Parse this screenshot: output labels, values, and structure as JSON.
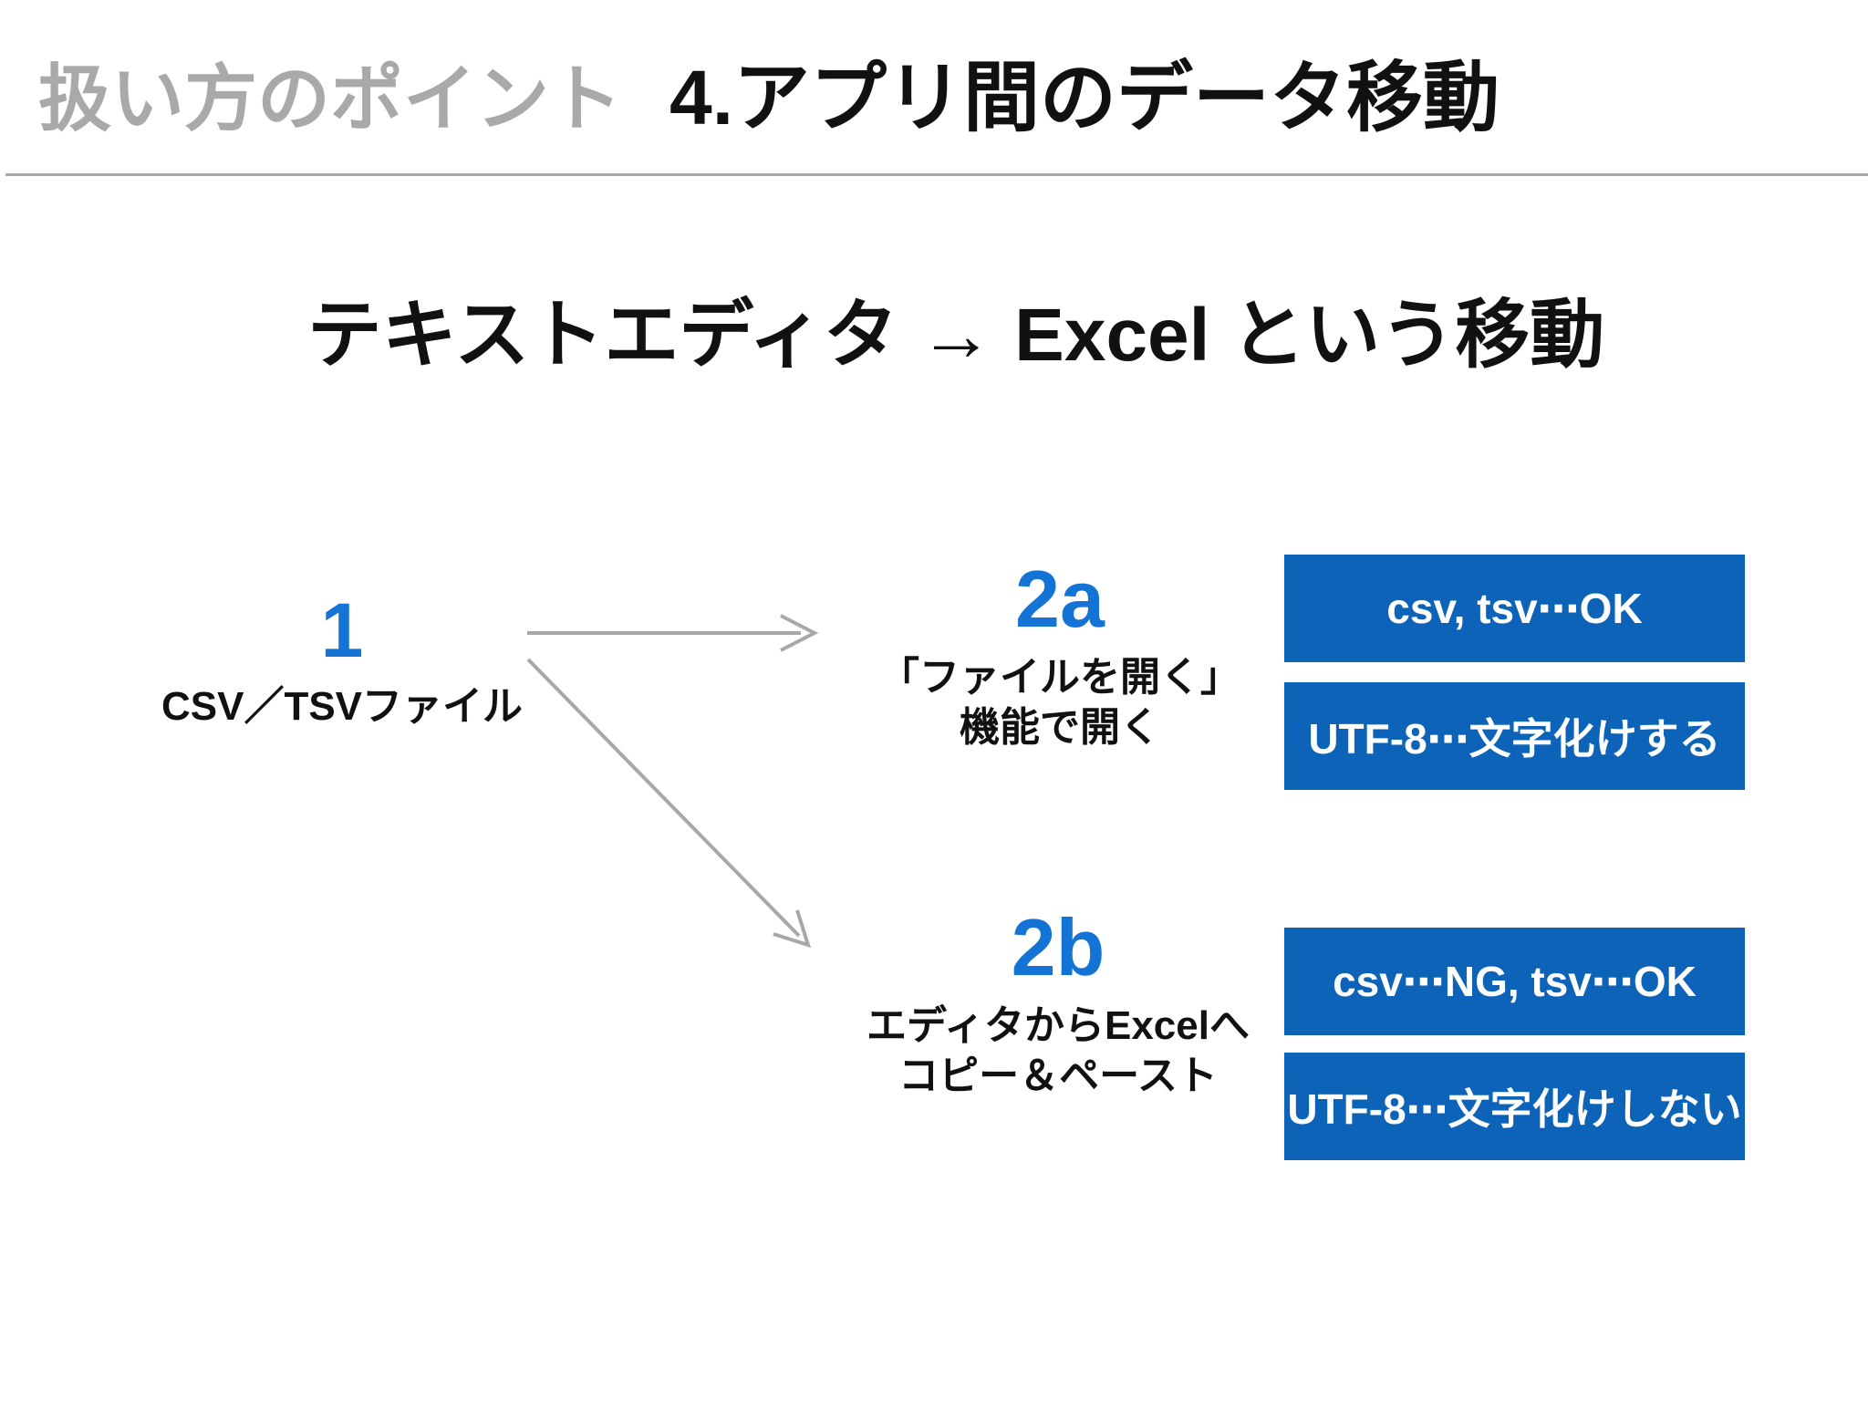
{
  "header": {
    "label": "扱い方のポイント",
    "title": "4.アプリ間のデータ移動"
  },
  "subtitle": "テキストエディタ → Excel という移動",
  "colors": {
    "box_blue": "#0d63b8",
    "number_blue": "#1474d6",
    "line_gray": "#a8a8a8",
    "title_gray": "#a9a9a9",
    "text_black": "#111111",
    "box_text": "#ffffff",
    "background": "#ffffff"
  },
  "diagram": {
    "source": {
      "number": "1",
      "label": "CSV／TSVファイル"
    },
    "branch_a": {
      "number": "2a",
      "line1": "「ファイルを開く」",
      "line2": "機能で開く",
      "boxes": [
        "csv, tsv⋯OK",
        "UTF-8⋯文字化けする"
      ]
    },
    "branch_b": {
      "number": "2b",
      "line1": "エディタからExcelへ",
      "line2": "コピー＆ペースト",
      "boxes": [
        "csv⋯NG, tsv⋯OK",
        "UTF-8⋯文字化けしない"
      ]
    }
  }
}
